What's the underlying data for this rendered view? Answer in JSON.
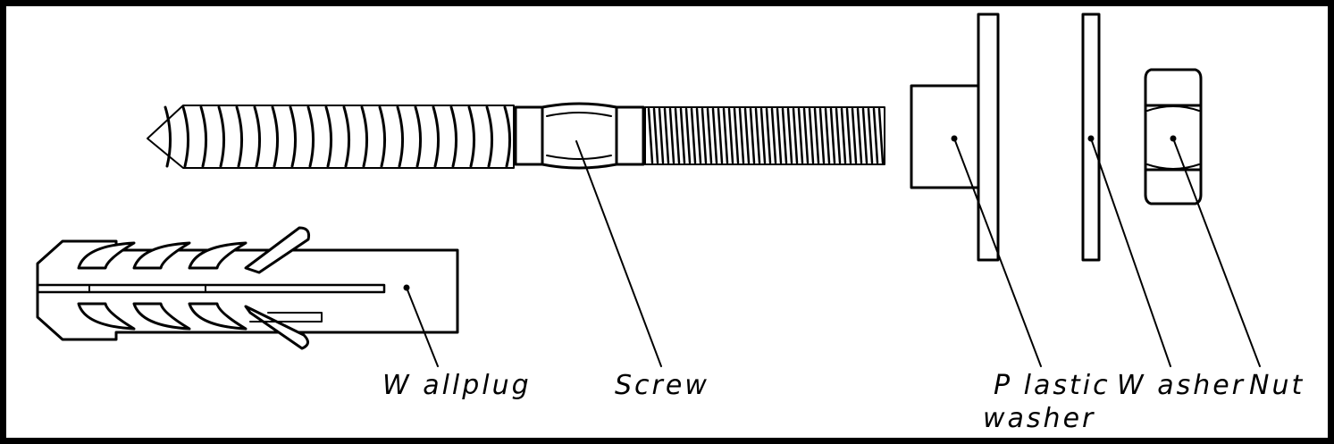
{
  "labels": {
    "wallplug": "W allplug",
    "screw": "Screw",
    "plastic_washer_line1": "P lastic",
    "plastic_washer_line2": "washer",
    "washer": "W asher",
    "nut": "Nut"
  },
  "colors": {
    "stroke": "#000000",
    "background": "#ffffff"
  }
}
